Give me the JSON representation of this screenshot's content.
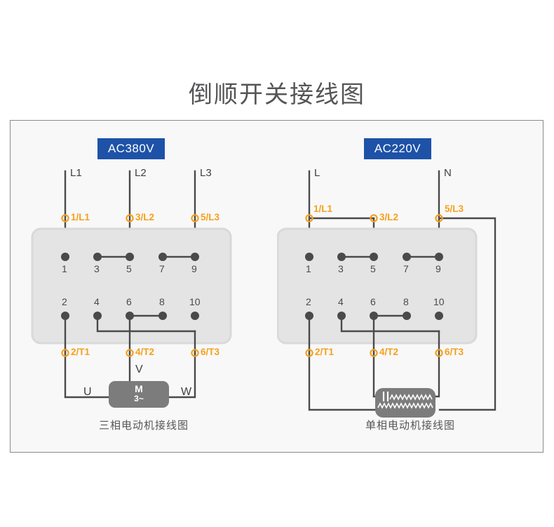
{
  "page": {
    "title": "倒顺开关接线图",
    "background_color": "#ffffff",
    "frame_border_color": "#8a8a8c",
    "frame_fill_color": "#f8f8f8"
  },
  "colors": {
    "badge_blue": "#1d52a8",
    "terminal_orange": "#f5a01e",
    "wire_gray": "#4a4a4a",
    "switch_body": "#e4e4e4",
    "switch_body_border": "#d2d2d2",
    "motor_gray": "#7c7c7c",
    "label_gray": "#555557"
  },
  "panels": [
    {
      "id": "three-phase",
      "badge": "AC380V",
      "caption": "三相电动机接线图",
      "supply_lines": [
        "L1",
        "L2",
        "L3"
      ],
      "input_terminals": [
        "1/L1",
        "3/L2",
        "5/L3"
      ],
      "switch": {
        "top_contacts": [
          "1",
          "3",
          "5",
          "7",
          "9"
        ],
        "bottom_contacts": [
          "2",
          "4",
          "6",
          "8",
          "10"
        ],
        "internal_links_top": [
          [
            "3",
            "5"
          ],
          [
            "7",
            "9"
          ]
        ],
        "internal_links_bottom": [
          [
            "6",
            "8"
          ],
          [
            "4",
            "10"
          ]
        ]
      },
      "output_terminals": [
        "2/T1",
        "4/T2",
        "6/T3"
      ],
      "motor": {
        "type": "three-phase",
        "symbol_line1": "M",
        "symbol_line2": "3~",
        "lead_labels": [
          "U",
          "V",
          "W"
        ]
      }
    },
    {
      "id": "single-phase",
      "badge": "AC220V",
      "caption": "单相电动机接线图",
      "supply_lines": [
        "L",
        "N"
      ],
      "input_terminals": [
        "1/L1",
        "3/L2",
        "5/L3"
      ],
      "switch": {
        "top_contacts": [
          "1",
          "3",
          "5",
          "7",
          "9"
        ],
        "bottom_contacts": [
          "2",
          "4",
          "6",
          "8",
          "10"
        ],
        "internal_links_top": [
          [
            "3",
            "5"
          ],
          [
            "7",
            "9"
          ]
        ],
        "internal_links_bottom": [
          [
            "6",
            "8"
          ],
          [
            "4",
            "10"
          ]
        ]
      },
      "output_terminals": [
        "2/T1",
        "4/T2",
        "6/T3"
      ],
      "motor": {
        "type": "single-phase",
        "symbol_line1": "",
        "symbol_line2": "",
        "lead_labels": []
      }
    }
  ]
}
